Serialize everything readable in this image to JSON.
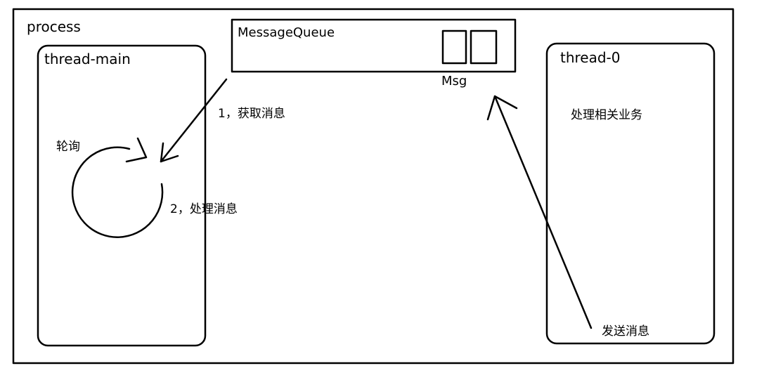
{
  "colors": {
    "background": "#ffffff",
    "ink": "#000000"
  },
  "process": {
    "label": "process"
  },
  "main_thread": {
    "label": "thread-main",
    "loop_label": "轮询",
    "step_fetch": "1，获取消息",
    "step_handle": "2，处理消息"
  },
  "queue": {
    "label": "MessageQueue",
    "msg_label": "Msg"
  },
  "worker_thread": {
    "label": "thread-0",
    "task_label": "处理相关业务",
    "send_label": "发送消息"
  }
}
